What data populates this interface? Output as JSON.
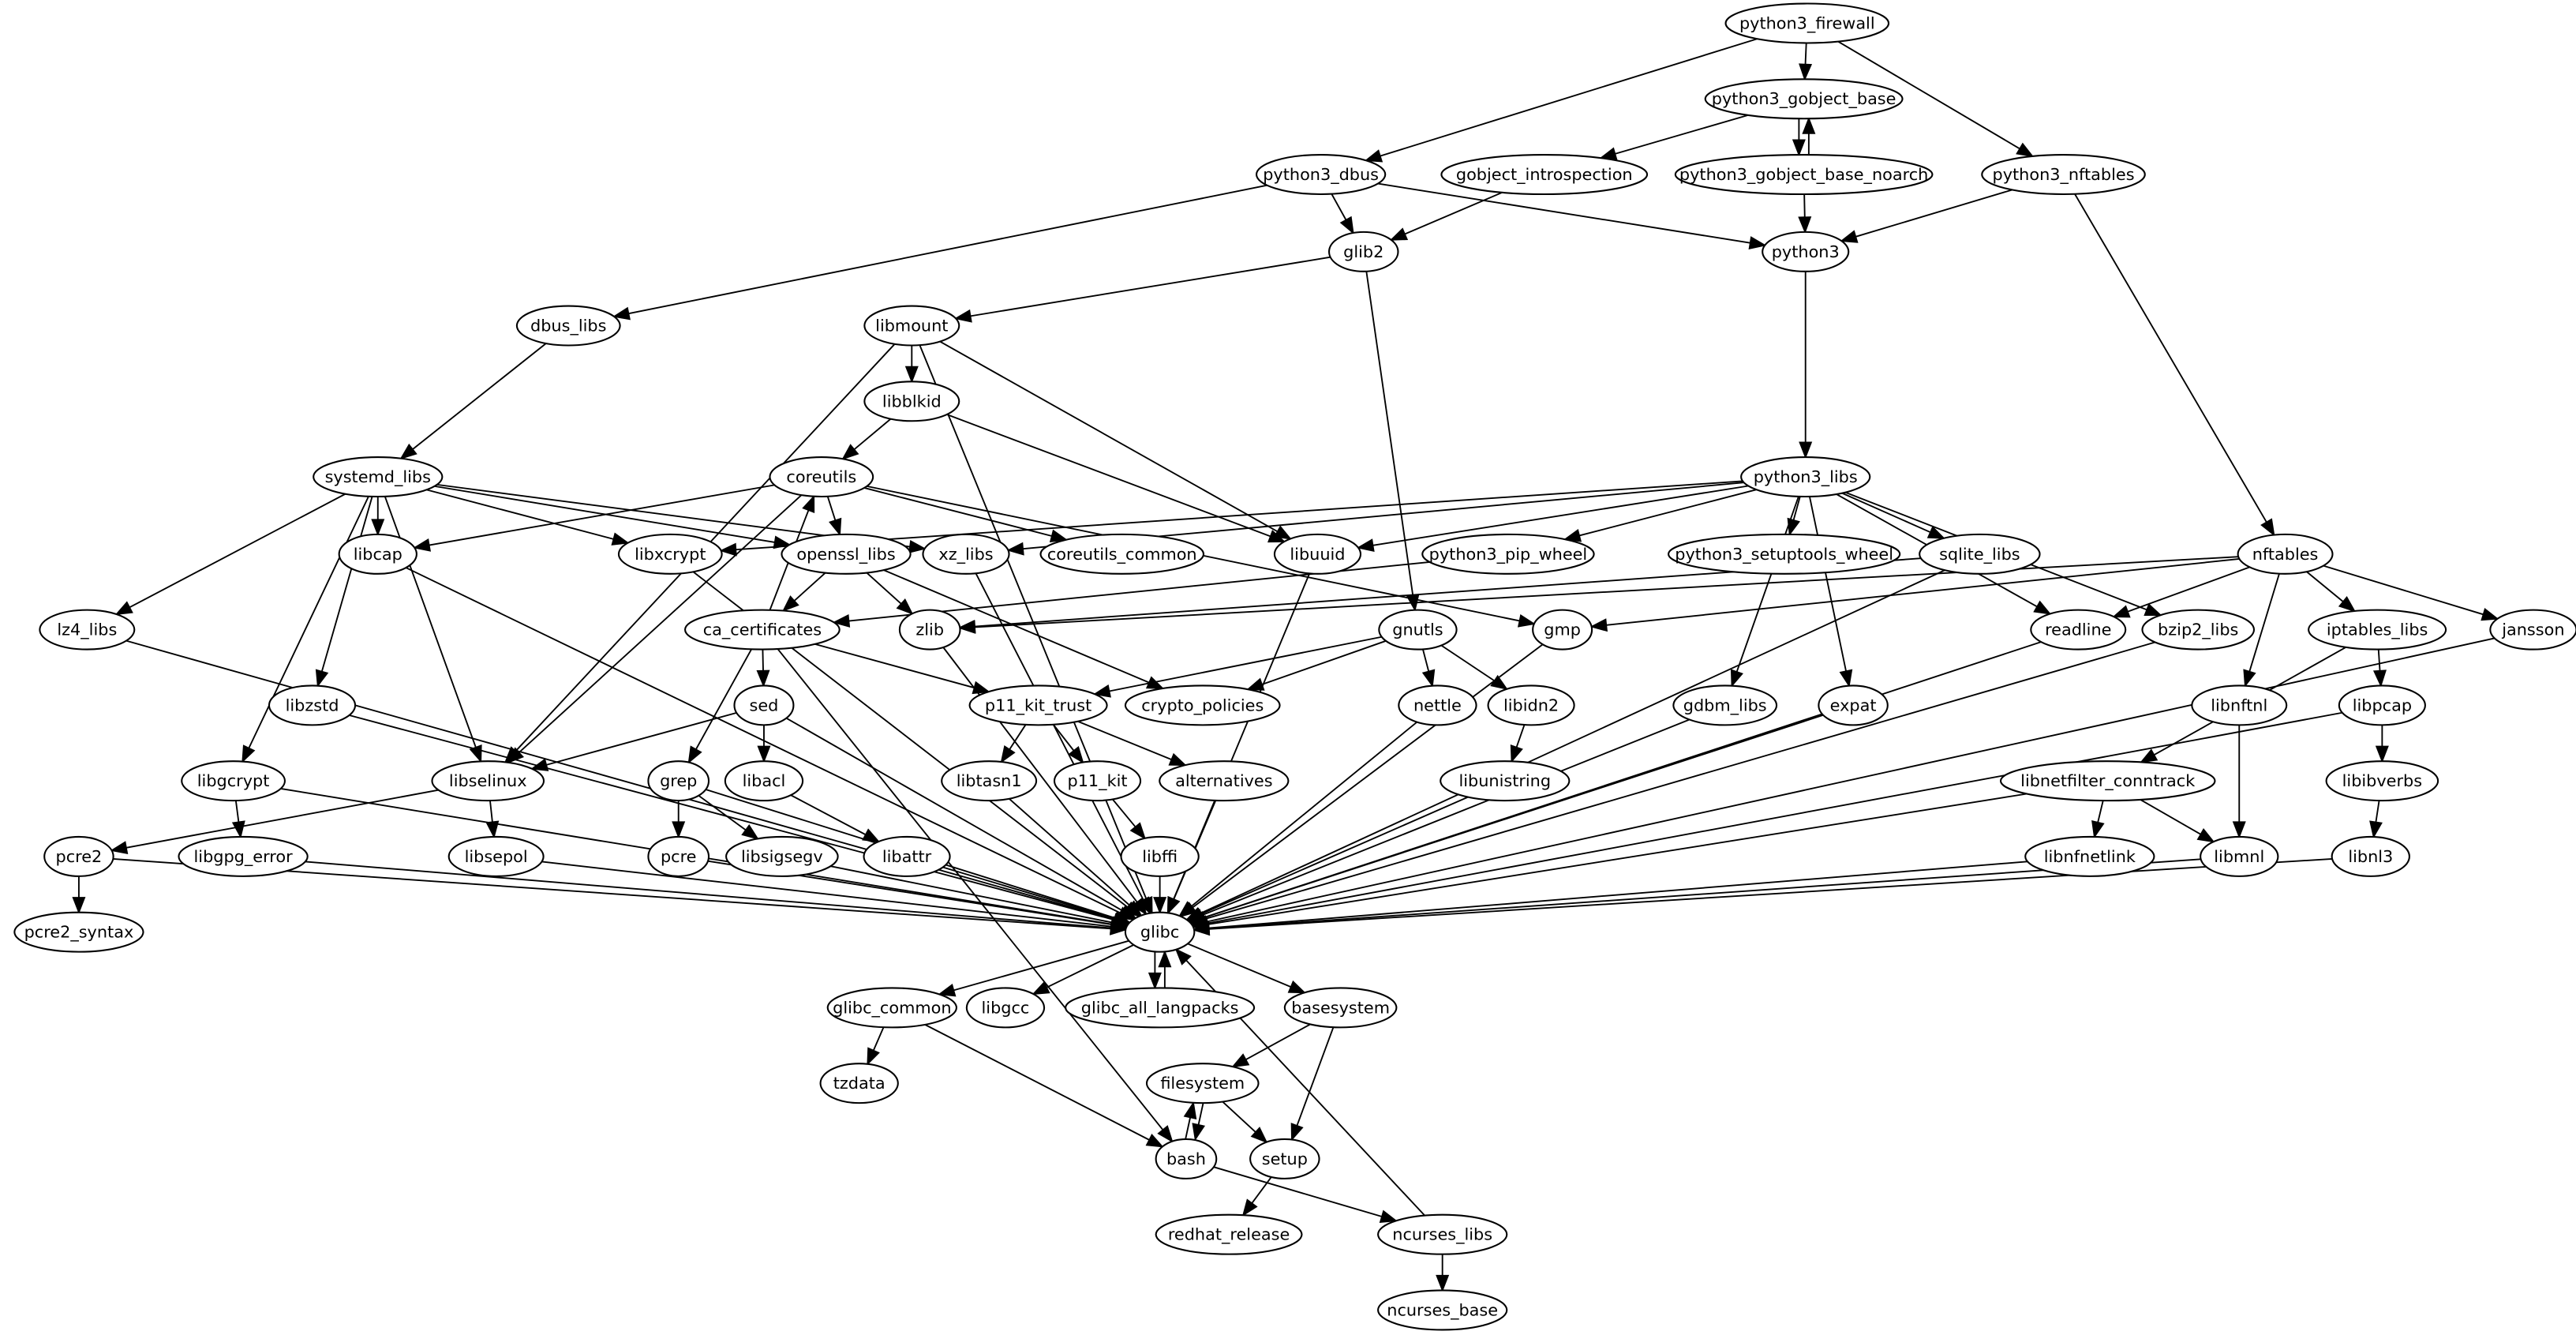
{
  "graph": {
    "nodes": [
      "python3_firewall",
      "python3_gobject_base",
      "python3_dbus",
      "gobject_introspection",
      "python3_gobject_base_noarch",
      "python3_nftables",
      "glib2",
      "python3",
      "dbus_libs",
      "libmount",
      "libblkid",
      "systemd_libs",
      "coreutils",
      "python3_libs",
      "libcap",
      "libxcrypt",
      "openssl_libs",
      "xz_libs",
      "coreutils_common",
      "libuuid",
      "python3_pip_wheel",
      "python3_setuptools_wheel",
      "sqlite_libs",
      "nftables",
      "lz4_libs",
      "ca_certificates",
      "zlib",
      "gnutls",
      "gmp",
      "readline",
      "bzip2_libs",
      "iptables_libs",
      "jansson",
      "libzstd",
      "sed",
      "p11_kit_trust",
      "crypto_policies",
      "nettle",
      "libidn2",
      "gdbm_libs",
      "expat",
      "libnftnl",
      "libpcap",
      "libgcrypt",
      "libselinux",
      "grep",
      "libacl",
      "libtasn1",
      "p11_kit",
      "alternatives",
      "libunistring",
      "libnetfilter_conntrack",
      "libibverbs",
      "pcre2",
      "libgpg_error",
      "libsepol",
      "pcre",
      "libsigsegv",
      "libattr",
      "libffi",
      "libnfnetlink",
      "libmnl",
      "libnl3",
      "pcre2_syntax",
      "glibc",
      "glibc_common",
      "libgcc",
      "glibc_all_langpacks",
      "basesystem",
      "tzdata",
      "filesystem",
      "bash",
      "setup",
      "redhat_release",
      "ncurses_libs",
      "ncurses_base"
    ],
    "edges": [
      [
        "python3_firewall",
        "python3_gobject_base"
      ],
      [
        "python3_firewall",
        "python3_dbus"
      ],
      [
        "python3_firewall",
        "python3_nftables"
      ],
      [
        "python3_gobject_base",
        "gobject_introspection"
      ],
      [
        "python3_gobject_base",
        "python3_gobject_base_noarch"
      ],
      [
        "python3_gobject_base_noarch",
        "python3_gobject_base"
      ],
      [
        "python3_gobject_base_noarch",
        "python3"
      ],
      [
        "python3_dbus",
        "glib2"
      ],
      [
        "python3_dbus",
        "python3"
      ],
      [
        "python3_dbus",
        "dbus_libs"
      ],
      [
        "gobject_introspection",
        "glib2"
      ],
      [
        "python3_nftables",
        "python3"
      ],
      [
        "python3_nftables",
        "nftables"
      ],
      [
        "glib2",
        "libmount"
      ],
      [
        "glib2",
        "gnutls"
      ],
      [
        "python3",
        "python3_libs"
      ],
      [
        "dbus_libs",
        "systemd_libs"
      ],
      [
        "libmount",
        "libblkid"
      ],
      [
        "libmount",
        "libuuid"
      ],
      [
        "libmount",
        "libselinux"
      ],
      [
        "libmount",
        "glibc"
      ],
      [
        "libblkid",
        "coreutils"
      ],
      [
        "libblkid",
        "libuuid"
      ],
      [
        "systemd_libs",
        "lz4_libs"
      ],
      [
        "systemd_libs",
        "libcap"
      ],
      [
        "systemd_libs",
        "libzstd"
      ],
      [
        "systemd_libs",
        "libgcrypt"
      ],
      [
        "systemd_libs",
        "libselinux"
      ],
      [
        "systemd_libs",
        "libxcrypt"
      ],
      [
        "systemd_libs",
        "openssl_libs"
      ],
      [
        "systemd_libs",
        "xz_libs"
      ],
      [
        "coreutils",
        "libcap"
      ],
      [
        "coreutils",
        "openssl_libs"
      ],
      [
        "coreutils",
        "coreutils_common"
      ],
      [
        "coreutils",
        "libselinux"
      ],
      [
        "coreutils",
        "gmp"
      ],
      [
        "python3_libs",
        "libxcrypt"
      ],
      [
        "python3_libs",
        "xz_libs"
      ],
      [
        "python3_libs",
        "libuuid"
      ],
      [
        "python3_libs",
        "python3_pip_wheel"
      ],
      [
        "python3_libs",
        "python3_setuptools_wheel"
      ],
      [
        "python3_libs",
        "sqlite_libs"
      ],
      [
        "python3_libs",
        "gdbm_libs"
      ],
      [
        "python3_libs",
        "expat"
      ],
      [
        "python3_libs",
        "readline"
      ],
      [
        "python3_libs",
        "bzip2_libs"
      ],
      [
        "libcap",
        "glibc"
      ],
      [
        "libxcrypt",
        "glibc"
      ],
      [
        "openssl_libs",
        "ca_certificates"
      ],
      [
        "openssl_libs",
        "zlib"
      ],
      [
        "openssl_libs",
        "crypto_policies"
      ],
      [
        "xz_libs",
        "glibc"
      ],
      [
        "libuuid",
        "glibc"
      ],
      [
        "python3_pip_wheel",
        "ca_certificates"
      ],
      [
        "sqlite_libs",
        "zlib"
      ],
      [
        "sqlite_libs",
        "glibc"
      ],
      [
        "nftables",
        "zlib"
      ],
      [
        "nftables",
        "gmp"
      ],
      [
        "nftables",
        "readline"
      ],
      [
        "nftables",
        "libnftnl"
      ],
      [
        "nftables",
        "iptables_libs"
      ],
      [
        "nftables",
        "jansson"
      ],
      [
        "lz4_libs",
        "glibc"
      ],
      [
        "ca_certificates",
        "coreutils"
      ],
      [
        "ca_certificates",
        "sed"
      ],
      [
        "ca_certificates",
        "grep"
      ],
      [
        "ca_certificates",
        "p11_kit_trust"
      ],
      [
        "ca_certificates",
        "bash"
      ],
      [
        "zlib",
        "glibc"
      ],
      [
        "gnutls",
        "p11_kit_trust"
      ],
      [
        "gnutls",
        "crypto_policies"
      ],
      [
        "gnutls",
        "nettle"
      ],
      [
        "gnutls",
        "libidn2"
      ],
      [
        "gmp",
        "glibc"
      ],
      [
        "readline",
        "glibc"
      ],
      [
        "bzip2_libs",
        "glibc"
      ],
      [
        "iptables_libs",
        "libpcap"
      ],
      [
        "iptables_libs",
        "libnetfilter_conntrack"
      ],
      [
        "jansson",
        "glibc"
      ],
      [
        "libzstd",
        "glibc"
      ],
      [
        "sed",
        "libselinux"
      ],
      [
        "sed",
        "libacl"
      ],
      [
        "sed",
        "glibc"
      ],
      [
        "p11_kit_trust",
        "libtasn1"
      ],
      [
        "p11_kit_trust",
        "p11_kit"
      ],
      [
        "p11_kit_trust",
        "alternatives"
      ],
      [
        "nettle",
        "glibc"
      ],
      [
        "libidn2",
        "libunistring"
      ],
      [
        "gdbm_libs",
        "glibc"
      ],
      [
        "expat",
        "glibc"
      ],
      [
        "libnftnl",
        "libmnl"
      ],
      [
        "libpcap",
        "libibverbs"
      ],
      [
        "libpcap",
        "glibc"
      ],
      [
        "libgcrypt",
        "libgpg_error"
      ],
      [
        "libgcrypt",
        "glibc"
      ],
      [
        "libselinux",
        "pcre2"
      ],
      [
        "libselinux",
        "libsepol"
      ],
      [
        "grep",
        "pcre"
      ],
      [
        "grep",
        "libsigsegv"
      ],
      [
        "grep",
        "glibc"
      ],
      [
        "libacl",
        "libattr"
      ],
      [
        "libtasn1",
        "glibc"
      ],
      [
        "p11_kit",
        "libffi"
      ],
      [
        "alternatives",
        "glibc"
      ],
      [
        "libunistring",
        "glibc"
      ],
      [
        "libnetfilter_conntrack",
        "libnfnetlink"
      ],
      [
        "libnetfilter_conntrack",
        "libmnl"
      ],
      [
        "libnetfilter_conntrack",
        "glibc"
      ],
      [
        "libibverbs",
        "libnl3"
      ],
      [
        "pcre2",
        "pcre2_syntax"
      ],
      [
        "pcre2",
        "glibc"
      ],
      [
        "libgpg_error",
        "glibc"
      ],
      [
        "libsepol",
        "glibc"
      ],
      [
        "pcre",
        "glibc"
      ],
      [
        "libsigsegv",
        "glibc"
      ],
      [
        "libattr",
        "glibc"
      ],
      [
        "libffi",
        "glibc"
      ],
      [
        "libnfnetlink",
        "glibc"
      ],
      [
        "libmnl",
        "glibc"
      ],
      [
        "libnl3",
        "glibc"
      ],
      [
        "glibc",
        "glibc_common"
      ],
      [
        "glibc",
        "libgcc"
      ],
      [
        "glibc",
        "glibc_all_langpacks"
      ],
      [
        "glibc",
        "basesystem"
      ],
      [
        "glibc_all_langpacks",
        "glibc"
      ],
      [
        "glibc_common",
        "tzdata"
      ],
      [
        "glibc_common",
        "bash"
      ],
      [
        "basesystem",
        "filesystem"
      ],
      [
        "basesystem",
        "setup"
      ],
      [
        "filesystem",
        "bash"
      ],
      [
        "filesystem",
        "setup"
      ],
      [
        "bash",
        "filesystem"
      ],
      [
        "bash",
        "ncurses_libs"
      ],
      [
        "setup",
        "redhat_release"
      ],
      [
        "ncurses_libs",
        "ncurses_base"
      ],
      [
        "ncurses_libs",
        "glibc"
      ]
    ]
  }
}
